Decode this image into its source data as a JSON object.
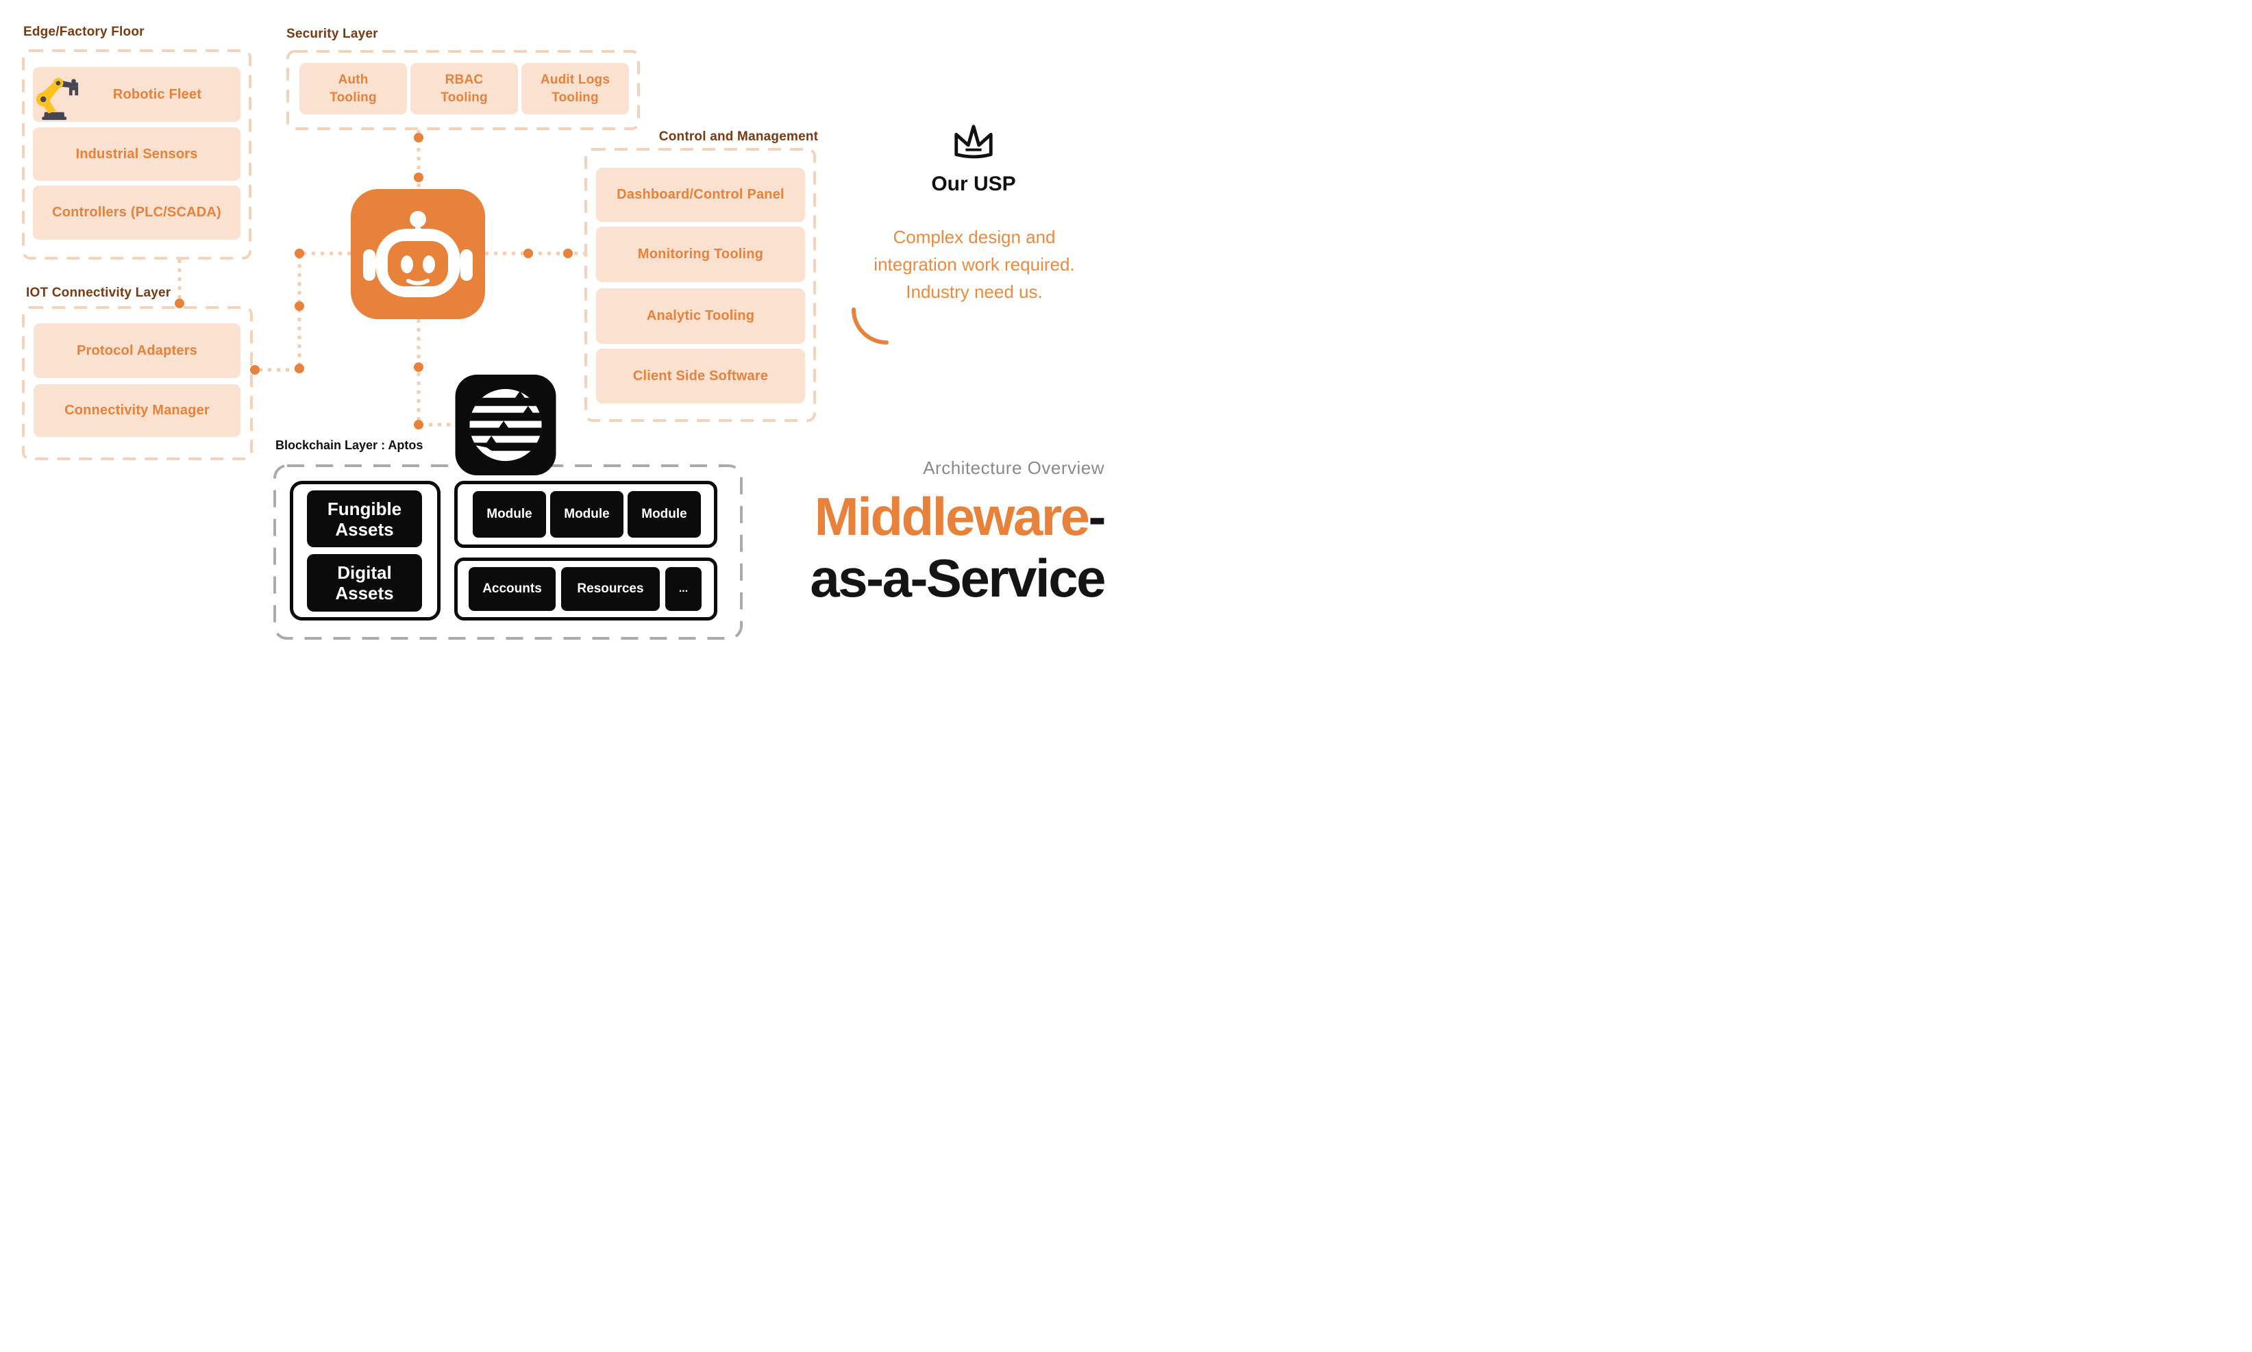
{
  "header": {
    "overview_label": "Architecture Overview",
    "title_line1_main": "Middleware",
    "title_line1_suffix": "-",
    "title_line2": "as-a-Service"
  },
  "usp": {
    "title": "Our USP",
    "lines": [
      "Complex design and",
      "integration work required.",
      "Industry need us."
    ]
  },
  "sections": {
    "edge": {
      "label": "Edge/Factory Floor",
      "items": [
        "Robotic Fleet",
        "Industrial Sensors",
        "Controllers (PLC/SCADA)"
      ]
    },
    "security": {
      "label": "Security Layer",
      "items": [
        "Auth\nTooling",
        "RBAC\nTooling",
        "Audit Logs\nTooling"
      ]
    },
    "control": {
      "label": "Control and Management",
      "items": [
        "Dashboard/Control Panel",
        "Monitoring Tooling",
        "Analytic Tooling",
        "Client Side Software"
      ]
    },
    "iot": {
      "label": "IOT Connectivity Layer",
      "items": [
        "Protocol Adapters",
        "Connectivity Manager"
      ]
    },
    "blockchain": {
      "label": "Blockchain Layer : Aptos",
      "assets": [
        "Fungible\nAssets",
        "Digital\nAssets"
      ],
      "modules": [
        "Module",
        "Module",
        "Module"
      ],
      "accounts": [
        "Accounts",
        "Resources",
        "..."
      ]
    }
  },
  "icons": {
    "robot": "robot-face-icon",
    "aptos": "aptos-logo-icon",
    "crown": "crown-icon",
    "robotic_arm": "robotic-arm-icon"
  },
  "colors": {
    "accent_orange": "#e8813a",
    "card_peach": "#fae1d0",
    "dashed_peach": "#f5d3ba",
    "dotted_line": "#f3cdb1",
    "label_brown": "#7b3910",
    "gray_dash": "#ababab",
    "gray_text": "#8a8a8a",
    "black": "#0b0b0b"
  }
}
